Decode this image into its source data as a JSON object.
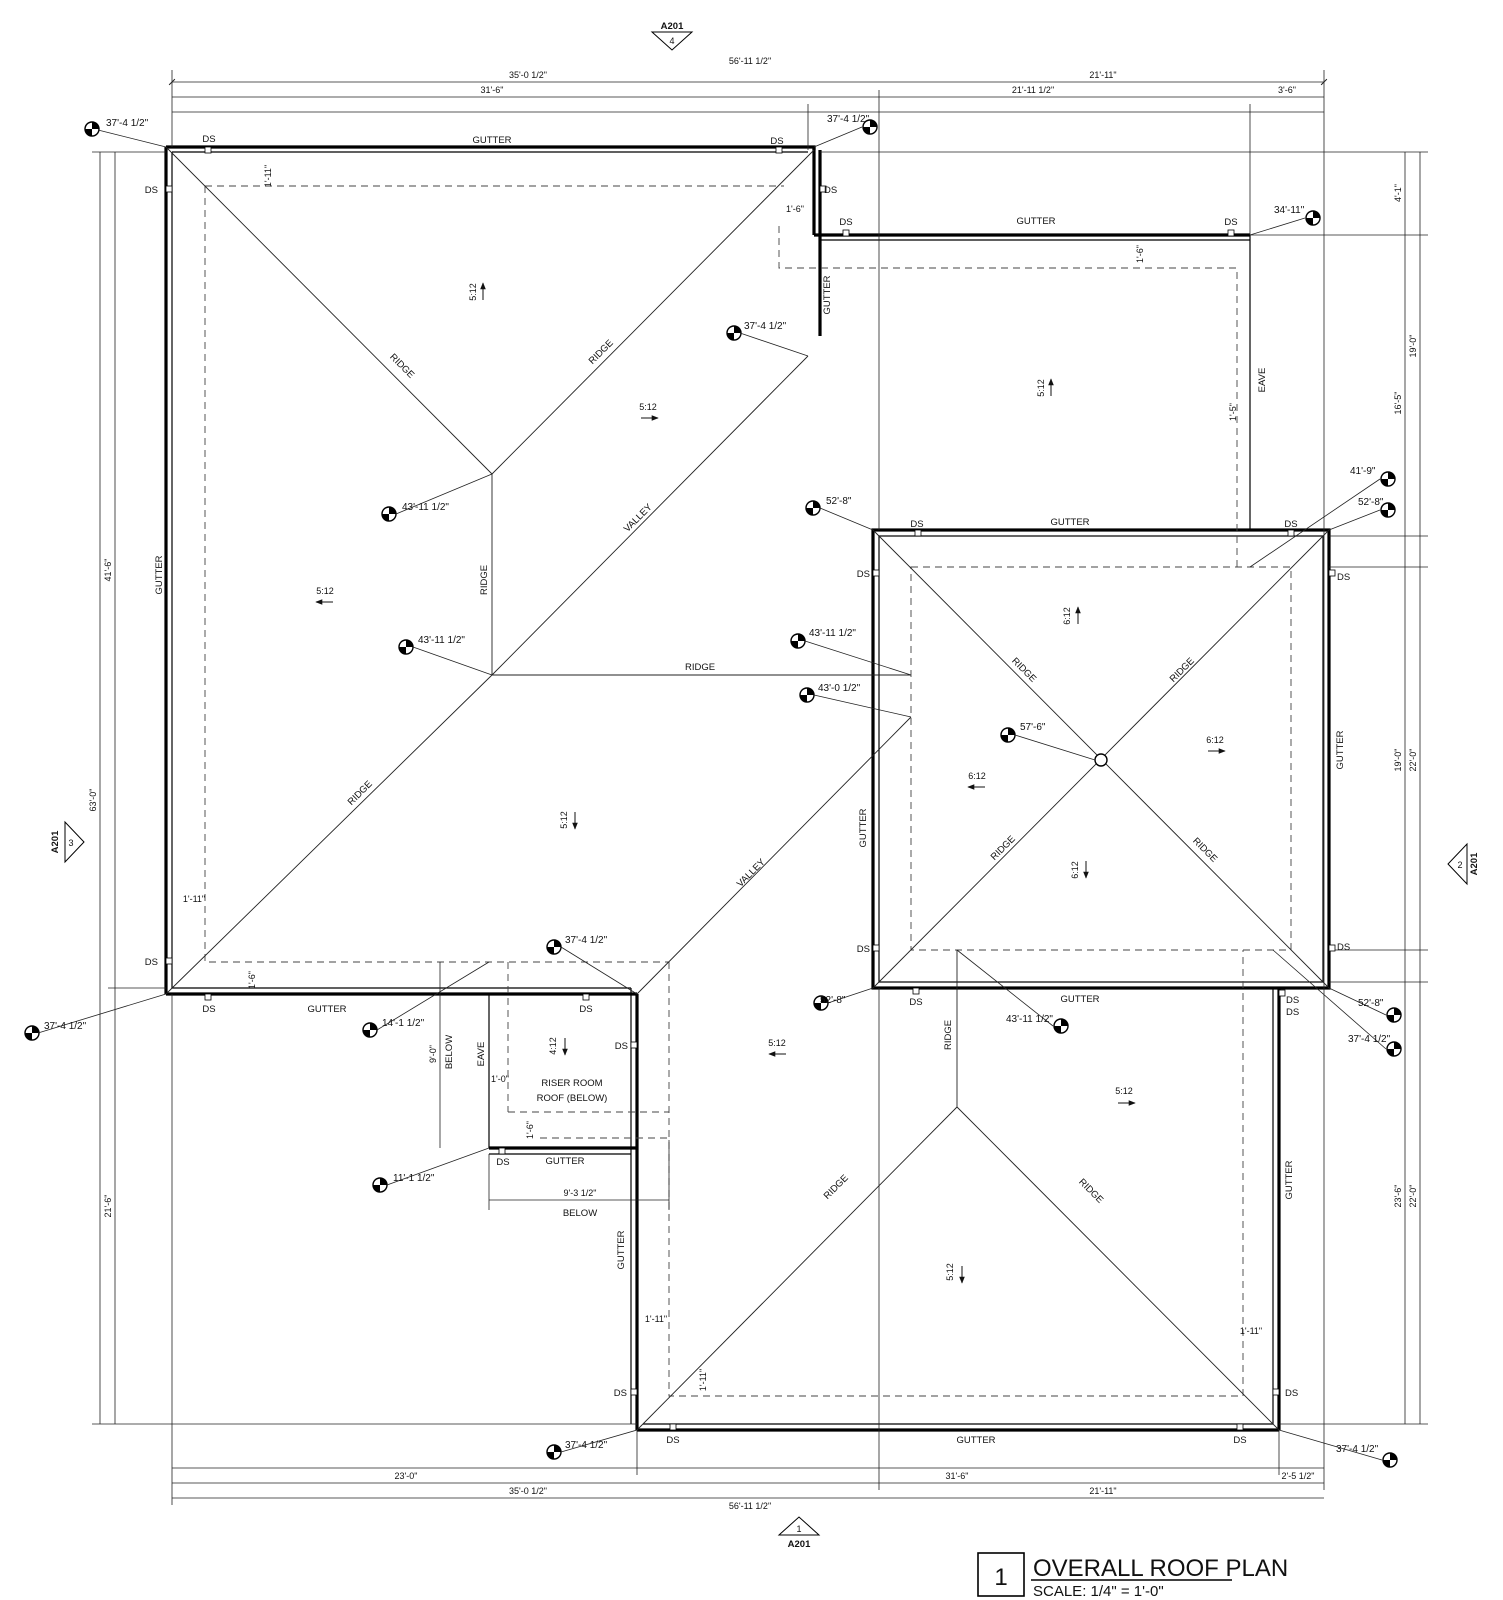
{
  "title": {
    "number": "1",
    "name": "OVERALL ROOF PLAN",
    "scale": "SCALE:  1/4\" = 1'-0\""
  },
  "section_markers": {
    "top": {
      "sheet": "A201",
      "number": "4"
    },
    "left": {
      "sheet": "A201",
      "number": "3"
    },
    "right": {
      "sheet": "A201",
      "number": "2"
    },
    "bottom": {
      "sheet": "A201",
      "number": "1"
    }
  },
  "labels": {
    "gutter": "GUTTER",
    "ridge": "RIDGE",
    "valley": "VALLEY",
    "eave": "EAVE",
    "ds": "DS",
    "below": "BELOW",
    "riser_room": "RISER ROOM",
    "roof_below": "ROOF (BELOW)"
  },
  "slopes": {
    "five": "5:12",
    "six": "6:12",
    "four": "4:12"
  },
  "dims": {
    "top_overall": "56'-11 1/2\"",
    "top_left": "35'-0 1/2\"",
    "top_right": "21'-11\"",
    "top_a": "31'-6\"",
    "top_b": "21'-11 1/2\"",
    "top_c": "3'-6\"",
    "bottom_overall": "56'-11 1/2\"",
    "bottom_left": "35'-0 1/2\"",
    "bottom_right": "21'-11\"",
    "bottom_a": "23'-0\"",
    "bottom_b": "31'-6\"",
    "bottom_c": "2'-5 1/2\"",
    "left_overall": "63'-0\"",
    "left_upper": "41'-6\"",
    "left_lower": "21'-6\"",
    "right_a": "4'-1\"",
    "right_b": "19'-0\"",
    "right_c": "16'-5\"",
    "right_d": "19'-0\"",
    "right_e": "22'-0\"",
    "right_f": "23'-6\"",
    "right_g": "22'-0\"",
    "overhang_1_11": "1'-11\"",
    "overhang_1_6": "1'-6\"",
    "overhang_1_5": "1'-5\"",
    "overhang_1_0": "1'-0\"",
    "riser_9_0": "9'-0\"",
    "riser_9_3": "9'-3 1/2\""
  },
  "elevations": {
    "e37_4": "37'-4 1/2\"",
    "e34_11": "34'-11\"",
    "e43_11": "43'-11 1/2\"",
    "e43_0": "43'-0 1/2\"",
    "e52_8": "52'-8\"",
    "e41_9": "41'-9\"",
    "e57_6": "57'-6\"",
    "e14_1": "14'-1 1/2\"",
    "e11_1": "11'-1 1/2\""
  }
}
